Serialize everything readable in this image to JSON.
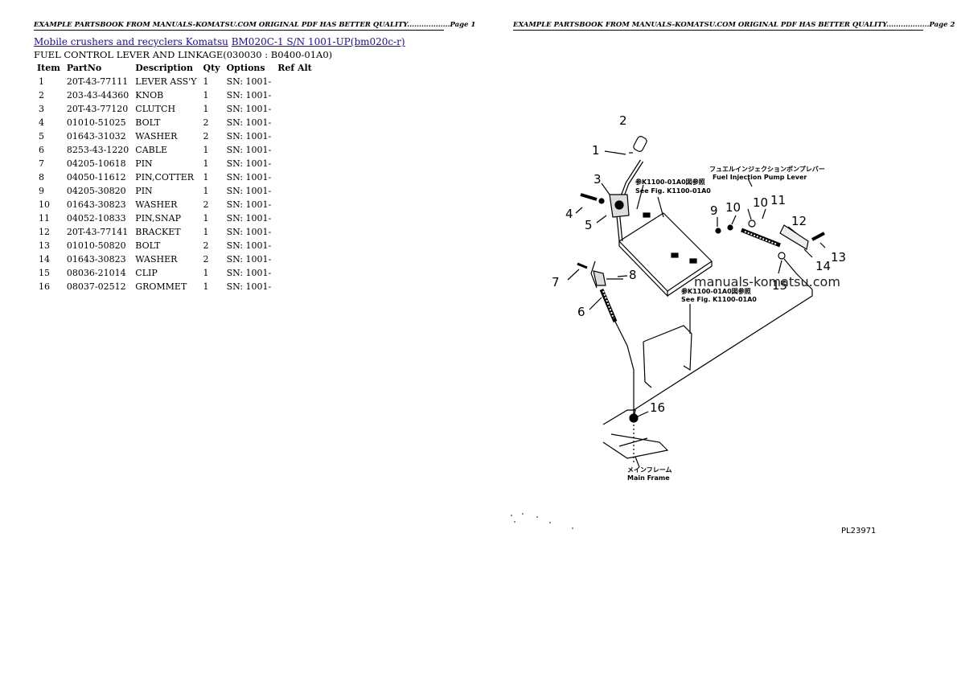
{
  "header": {
    "left": "EXAMPLE PARTSBOOK FROM MANUALS-KOMATSU.COM ORIGINAL PDF HAS BETTER QUALITY..................Page 1",
    "right": "EXAMPLE PARTSBOOK FROM MANUALS-KOMATSU.COM ORIGINAL PDF HAS BETTER QUALITY..................Page 2"
  },
  "breadcrumb": {
    "link1": "Mobile crushers and recyclers Komatsu",
    "link2": "BM020C-1 S/N 1001-UP(bm020c-r)"
  },
  "subtitle": "FUEL CONTROL LEVER AND LINKAGE(030030 : B0400-01A0)",
  "table": {
    "headers": [
      "Item",
      "PartNo",
      "Description",
      "Qty",
      "Options",
      "Ref Alt"
    ],
    "rows": [
      [
        "1",
        "20T-43-77111",
        "LEVER ASS'Y",
        "1",
        "SN: 1001-"
      ],
      [
        "2",
        "203-43-44360",
        "KNOB",
        "1",
        "SN: 1001-"
      ],
      [
        "3",
        "20T-43-77120",
        "CLUTCH",
        "1",
        "SN: 1001-"
      ],
      [
        "4",
        "01010-51025",
        "BOLT",
        "2",
        "SN: 1001-"
      ],
      [
        "5",
        "01643-31032",
        "WASHER",
        "2",
        "SN: 1001-"
      ],
      [
        "6",
        "8253-43-1220",
        "CABLE",
        "1",
        "SN: 1001-"
      ],
      [
        "7",
        "04205-10618",
        "PIN",
        "1",
        "SN: 1001-"
      ],
      [
        "8",
        "04050-11612",
        "PIN,COTTER",
        "1",
        "SN: 1001-"
      ],
      [
        "9",
        "04205-30820",
        "PIN",
        "1",
        "SN: 1001-"
      ],
      [
        "10",
        "01643-30823",
        "WASHER",
        "2",
        "SN: 1001-"
      ],
      [
        "11",
        "04052-10833",
        "PIN,SNAP",
        "1",
        "SN: 1001-"
      ],
      [
        "12",
        "20T-43-77141",
        "BRACKET",
        "1",
        "SN: 1001-"
      ],
      [
        "13",
        "01010-50820",
        "BOLT",
        "2",
        "SN: 1001-"
      ],
      [
        "14",
        "01643-30823",
        "WASHER",
        "2",
        "SN: 1001-"
      ],
      [
        "15",
        "08036-21014",
        "CLIP",
        "1",
        "SN: 1001-"
      ],
      [
        "16",
        "08037-02512",
        "GROMMET",
        "1",
        "SN: 1001-"
      ]
    ]
  },
  "diagram": {
    "callouts": [
      "1",
      "2",
      "3",
      "4",
      "5",
      "6",
      "7",
      "8",
      "9",
      "10",
      "11",
      "12",
      "13",
      "14",
      "15",
      "16"
    ],
    "note_jp_1": "フュエルインジェクションポンプレバー",
    "note_en_1": "Fuel Injection Pump Lever",
    "note_jp_2": "参K1100-01A0図参照",
    "note_en_2": "See Fig. K1100-01A0",
    "note_jp_3": "参K1100-01A0図参照",
    "note_en_3": "See Fig. K1100-01A0",
    "note_jp_4": "メインフレーム",
    "note_en_4": "Main Frame",
    "watermark": "manuals-komatsu.com",
    "figure_code": "PL23971"
  }
}
